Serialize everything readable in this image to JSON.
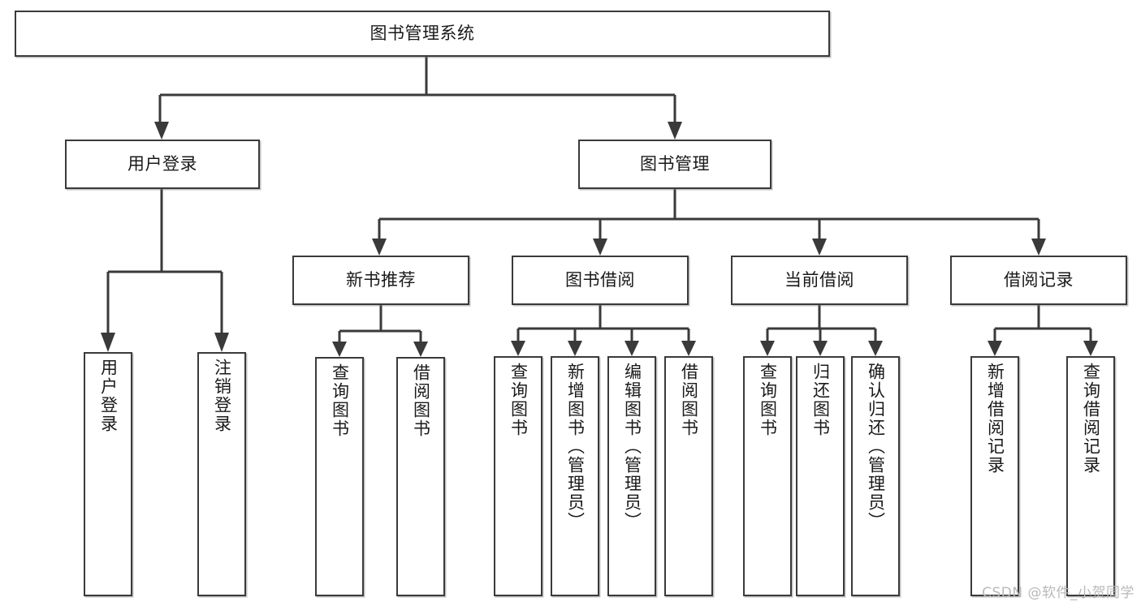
{
  "diagram": {
    "title": "图书管理系统",
    "type": "tree-hierarchy",
    "root": {
      "label": "图书管理系统"
    },
    "level2": [
      {
        "label": "用户登录"
      },
      {
        "label": "图书管理"
      }
    ],
    "level3": [
      {
        "label": "新书推荐"
      },
      {
        "label": "图书借阅"
      },
      {
        "label": "当前借阅"
      },
      {
        "label": "借阅记录"
      }
    ],
    "leaves": {
      "user_login": [
        {
          "label": "用户登录"
        },
        {
          "label": "注销登录"
        }
      ],
      "new_book_recommend": [
        {
          "label": "查询图书"
        },
        {
          "label": "借阅图书"
        }
      ],
      "book_borrow": [
        {
          "label": "查询图书"
        },
        {
          "label": "新增图书（管理员）"
        },
        {
          "label": "编辑图书（管理员）"
        },
        {
          "label": "借阅图书"
        }
      ],
      "current_borrow": [
        {
          "label": "查询图书"
        },
        {
          "label": "归还图书"
        },
        {
          "label": "确认归还（管理员）"
        }
      ],
      "borrow_record": [
        {
          "label": "新增借阅记录"
        },
        {
          "label": "查询借阅记录"
        }
      ]
    },
    "watermark": "CSDN @软件_小贺同学",
    "colors": {
      "stroke": "#3a3a3a",
      "fill": "#ffffff",
      "text": "#1a1a1a",
      "watermark": "#b9b9b9"
    }
  }
}
